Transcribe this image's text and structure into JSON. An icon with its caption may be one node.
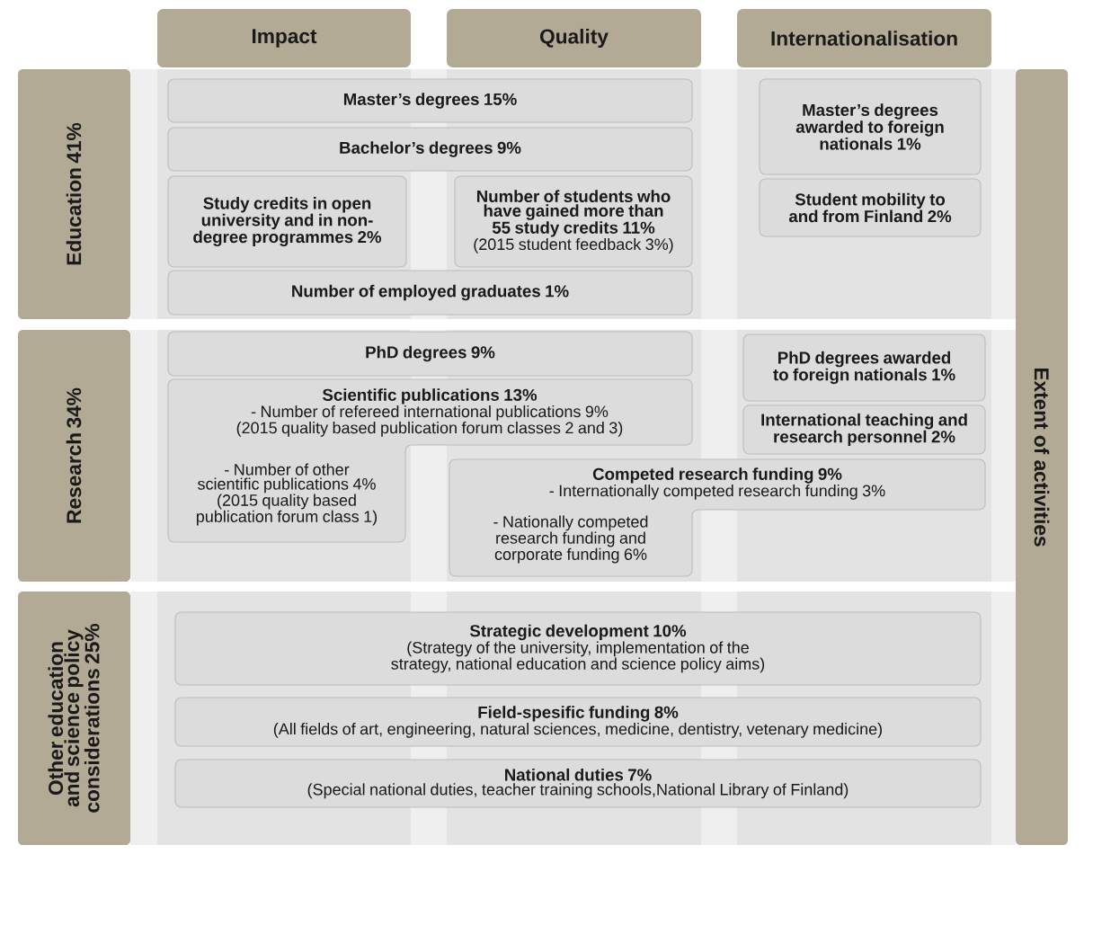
{
  "diagram": {
    "nodes": [
      {
        "text": [
          "Impact"
        ]
      },
      {
        "text": [
          "Quality"
        ]
      },
      {
        "text": [
          "Internationalisation"
        ]
      },
      {
        "text": [
          "Education 41%"
        ]
      },
      {
        "text": [
          "Master’s degrees 15%"
        ],
        "in": 3
      },
      {
        "text": [
          "Bachelor’s degrees 9%"
        ],
        "in": 3
      },
      {
        "text": [
          "Study credits in open university and in non-degree programmes 2%"
        ],
        "in": 3
      },
      {
        "text": [
          "Number of students who have gained more than 55 study credits 11%",
          "(2015 student feedback 3%)"
        ],
        "in": 3
      },
      {
        "text": [
          "Number of employed graduates 1%"
        ],
        "in": 3
      },
      {
        "text": [
          "Master’s degrees awarded to foreign nationals 1%"
        ],
        "in": 3
      },
      {
        "text": [
          "Student mobility to and from Finland 2%"
        ],
        "in": 3
      },
      {
        "text": [
          "Research 34%"
        ]
      },
      {
        "text": [
          "PhD degrees 9%"
        ],
        "in": 11
      },
      {
        "text": [
          "Scientific publications 13%",
          "- Number of refereed international publications 9%",
          "(2015 quality based publication forum classes 2 and 3)",
          "- Number of other scientific publications 4%",
          "(2015 quality based publication forum class 1)"
        ],
        "in": 11
      },
      {
        "text": [
          "PhD degrees awarded to foreign nationals 1%"
        ],
        "in": 11
      },
      {
        "text": [
          "International teaching and research personnel 2%"
        ],
        "in": 11
      },
      {
        "text": [
          "Competed research funding 9%",
          "- Internationally competed research funding 3%",
          "- Nationally competed research funding and corporate funding 6%"
        ],
        "in": 11
      },
      {
        "text": [
          "Other education and science policy considerations 25%"
        ]
      },
      {
        "text": [
          "Strategic development 10%",
          "(Strategy of the university, implementation of the strategy, national education and science policy aims)"
        ],
        "in": 17
      },
      {
        "text": [
          "Field-spesific funding 8%",
          "(All fields of art, engineering, natural sciences, medicine, dentistry, vetenary medicine)"
        ],
        "in": 17
      },
      {
        "text": [
          "National duties 7%",
          "(Special national duties, teacher training schools,National Library of Finland)"
        ],
        "in": 17
      },
      {
        "text": [
          "Extent of activities"
        ]
      }
    ]
  }
}
